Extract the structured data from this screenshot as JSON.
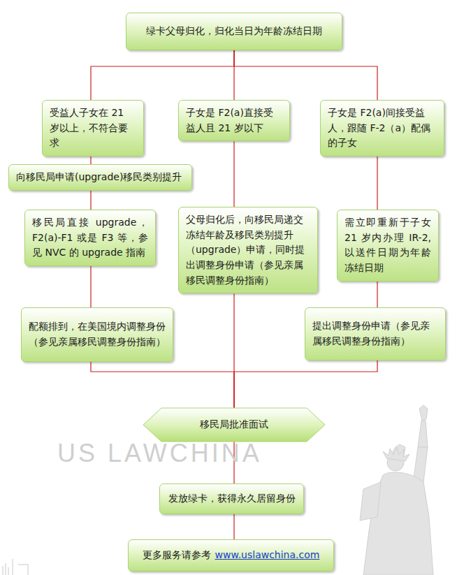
{
  "diagram": {
    "nodes": [
      {
        "text": [
          "绿卡父母归化，归化当日为年龄冻结日期"
        ]
      },
      {
        "text": [
          "受益人子女在 21 岁以上，不符合要求"
        ]
      },
      {
        "text": [
          "子女是 F2(a)直接受益人且 21 岁以下"
        ]
      },
      {
        "text": [
          "子女是 F2(a)间接受益人，跟随 F-2（a）配偶的子女"
        ]
      },
      {
        "text": [
          "向移民局申请(upgrade)移民类别提升"
        ]
      },
      {
        "text": [
          "移民局直接 upgrade，F2(a)-F1 或是 F3 等，参见 NVC 的 upgrade 指南"
        ]
      },
      {
        "text": [
          "父母归化后，向移民局递交冻结年龄及移民类别提升（upgrade）申请，同时提出调整身份申请（参见亲属移民调整身份指南）"
        ]
      },
      {
        "text": [
          "需立即重新于子女 21 岁内办理 IR-2,以送件日期为年龄冻结日期"
        ]
      },
      {
        "text": [
          "配额排到，在美国境内调整身份（参见亲属移民调整身份指南）"
        ]
      },
      {
        "text": [
          "提出调整身份申请（参见亲属移民调整身份指南）"
        ]
      },
      {
        "text": [
          "移民局批准面试"
        ]
      },
      {
        "text": [
          "发放绿卡，获得永久居留身份"
        ]
      },
      {
        "text": [
          "更多服务请参考",
          "www.uslawchina.com"
        ]
      }
    ],
    "edges": [
      {
        "from": 0,
        "to": 1,
        "arrow": "none"
      },
      {
        "from": 0,
        "to": 2,
        "arrow": "none"
      },
      {
        "from": 0,
        "to": 3,
        "arrow": "none"
      },
      {
        "from": 1,
        "to": 4,
        "arrow": "none"
      },
      {
        "from": 4,
        "to": 5,
        "arrow": "none"
      },
      {
        "from": 5,
        "to": 8,
        "arrow": "none"
      },
      {
        "from": 2,
        "to": 6,
        "arrow": "none"
      },
      {
        "from": 3,
        "to": 7,
        "arrow": "none"
      },
      {
        "from": 7,
        "to": 9,
        "arrow": "none"
      },
      {
        "from": 8,
        "to": 10,
        "arrow": "none"
      },
      {
        "from": 6,
        "to": 10,
        "arrow": "none"
      },
      {
        "from": 9,
        "to": 10,
        "arrow": "none"
      },
      {
        "from": 10,
        "to": 11,
        "arrow": "none"
      },
      {
        "from": 11,
        "to": 12,
        "arrow": "none"
      }
    ],
    "labels": [
      "US LAWCHINA"
    ]
  }
}
